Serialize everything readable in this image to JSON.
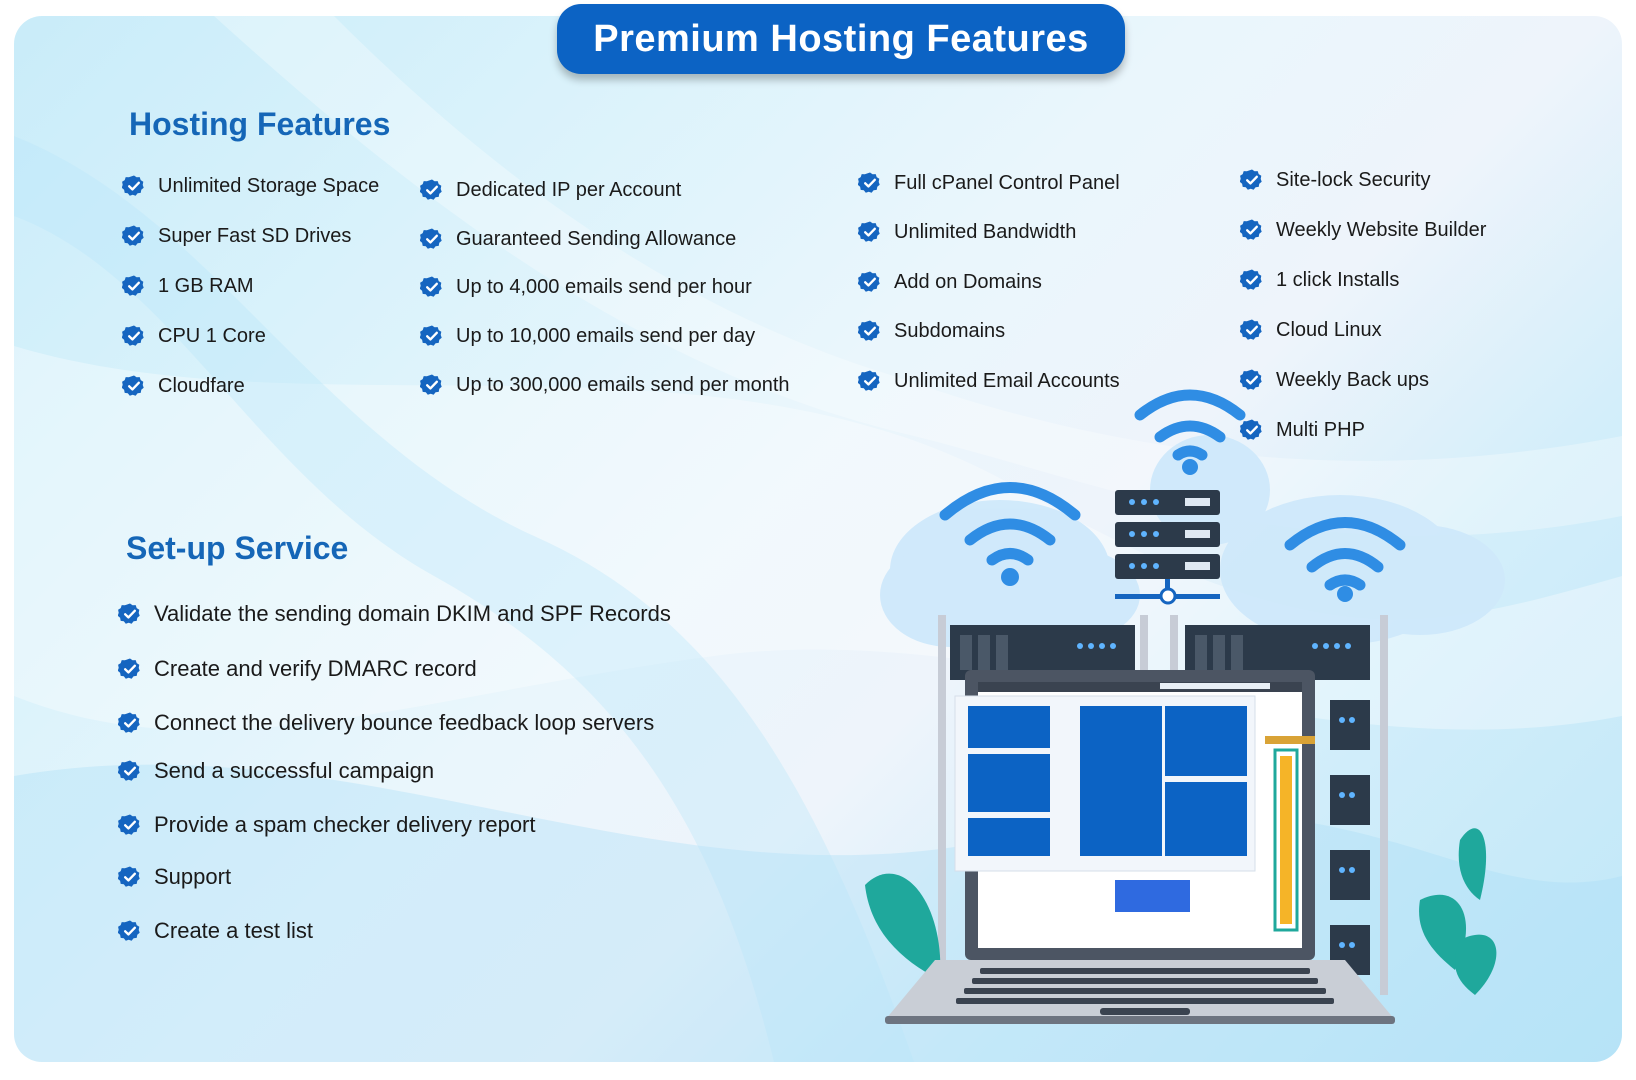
{
  "banner": {
    "title": "Premium Hosting Features"
  },
  "hosting": {
    "title": "Hosting Features",
    "col1": [
      "Unlimited Storage Space",
      "Super Fast SD Drives",
      "1 GB RAM",
      "CPU 1 Core",
      "Cloudfare"
    ],
    "col2": [
      "Dedicated IP per Account",
      "Guaranteed Sending Allowance",
      "Up to 4,000 emails  send per hour",
      "Up to 10,000 emails  send per  day",
      "Up to 300,000 emails  send per month"
    ],
    "col3": [
      "Full cPanel Control Panel",
      "Unlimited Bandwidth",
      "Add on Domains",
      "Subdomains",
      "Unlimited  Email Accounts"
    ],
    "col4": [
      "Site-lock Security",
      "Weekly Website Builder",
      "1 click Installs",
      "Cloud Linux",
      "Weekly Back ups",
      "Multi PHP"
    ]
  },
  "setup": {
    "title": "Set-up Service",
    "items": [
      "Validate the sending domain  DKIM and SPF Records",
      "Create and  verify DMARC record",
      "Connect the delivery bounce feedback loop servers",
      "Send a successful campaign",
      "Provide a spam checker delivery report",
      "Support",
      "Create a test list"
    ]
  },
  "icons": {
    "bullet": "verified-check-icon",
    "illustration": "cloud-server-laptop-illustration"
  },
  "colors": {
    "accent": "#0c63c4",
    "title": "#1566b7",
    "check": "#1565c0"
  }
}
